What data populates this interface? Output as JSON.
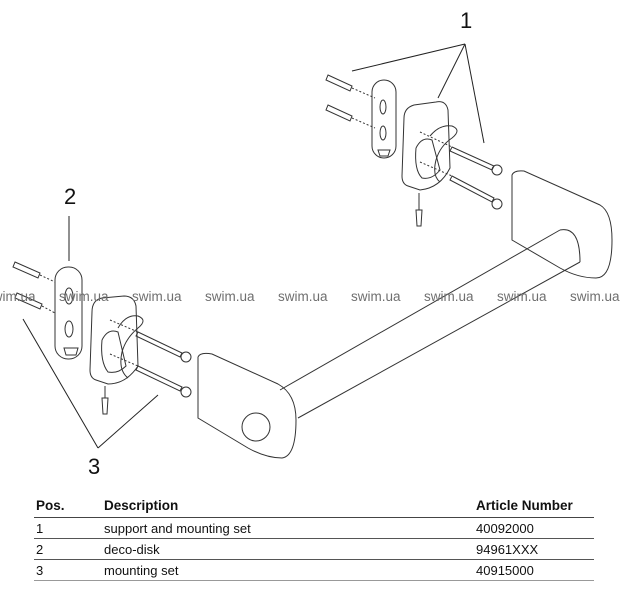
{
  "callouts": {
    "c1": "1",
    "c2": "2",
    "c3": "3"
  },
  "watermark": {
    "text": "swim.ua",
    "repeats": 9
  },
  "table": {
    "headers": {
      "pos": "Pos.",
      "description": "Description",
      "article": "Article Number"
    },
    "rows": [
      {
        "pos": "1",
        "description": "support and mounting set",
        "article": "40092000"
      },
      {
        "pos": "2",
        "description": "deco-disk",
        "article": "94961XXX"
      },
      {
        "pos": "3",
        "description": "mounting set",
        "article": "40915000"
      }
    ]
  },
  "colors": {
    "line": "#333333",
    "watermark": "#6f6f6f",
    "text": "#111111"
  }
}
